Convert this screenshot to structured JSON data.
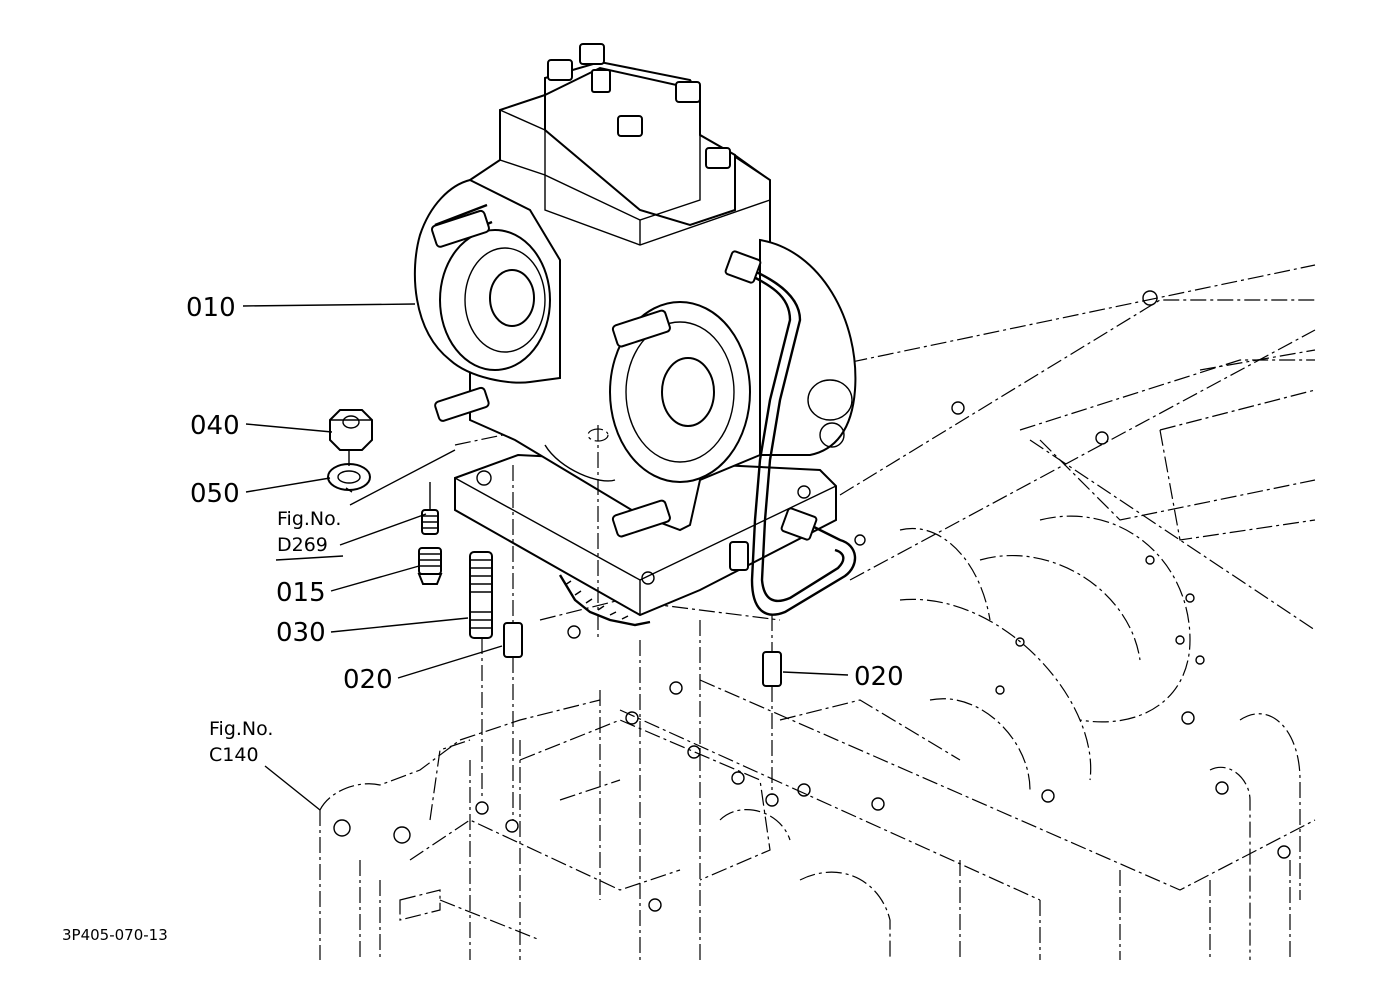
{
  "diagram": {
    "callouts": [
      {
        "id": "010",
        "text": "010"
      },
      {
        "id": "040",
        "text": "040"
      },
      {
        "id": "050",
        "text": "050"
      },
      {
        "id": "015",
        "text": "015"
      },
      {
        "id": "030",
        "text": "030"
      },
      {
        "id": "020a",
        "text": "020"
      },
      {
        "id": "020b",
        "text": "020"
      }
    ],
    "figure_refs": [
      {
        "line1": "Fig.No.",
        "line2": "D269"
      },
      {
        "line1": "Fig.No.",
        "line2": "C140"
      }
    ],
    "drawing_code": "3P405-070-13"
  }
}
